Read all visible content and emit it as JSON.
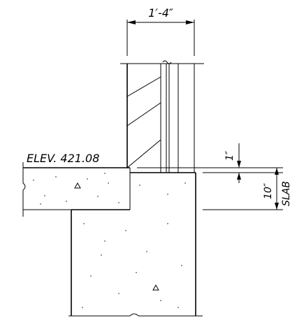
{
  "annotations": {
    "wall_width": "1′-4″",
    "elevation": "ELEV. 421.08",
    "step_dim": "1″",
    "slab_dim": "10″",
    "slab_label": "SLAB"
  },
  "symbols": {
    "slab_marker": "triangle-icon",
    "footing_marker": "triangle-icon"
  }
}
